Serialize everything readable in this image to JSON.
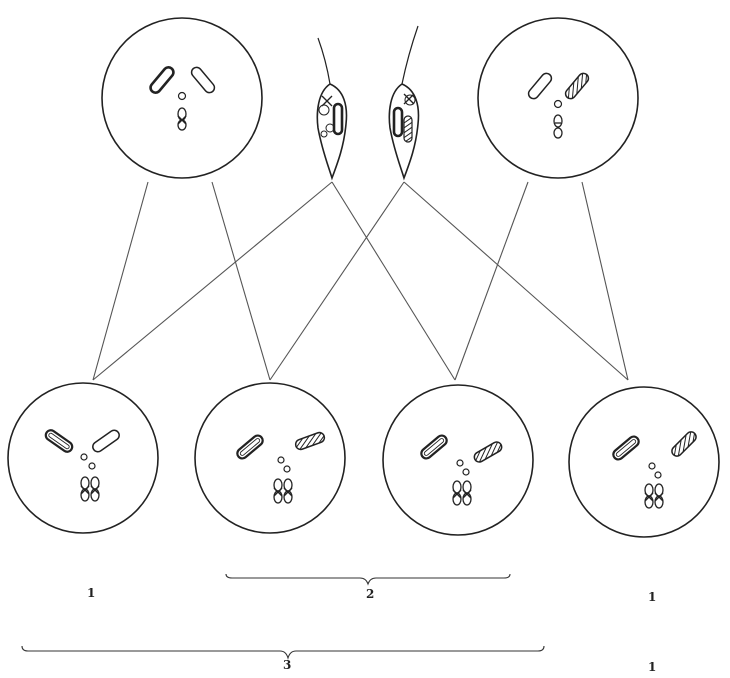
{
  "figure": {
    "ratio_labels": {
      "left": "1",
      "middle": "2",
      "right": "1",
      "combined_left": "3",
      "combined_right": "1"
    },
    "ink_color": "#222222",
    "line_color": "#555555"
  }
}
